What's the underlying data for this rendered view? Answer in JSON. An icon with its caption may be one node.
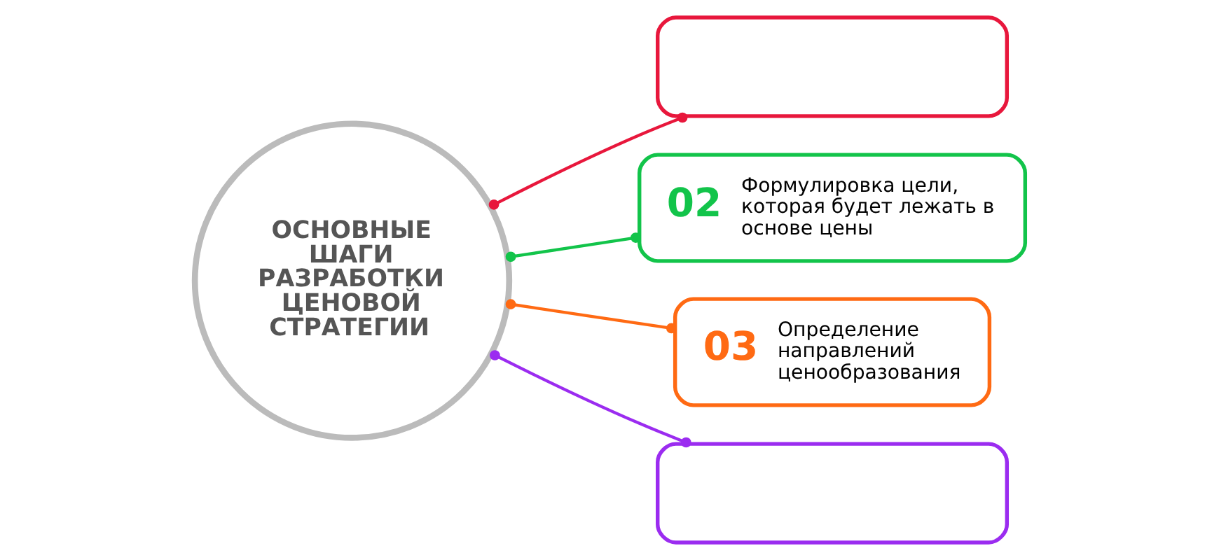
{
  "diagram": {
    "nodes": [
      {
        "text": [
          "ОСНОВНЫЕ ШАГИ РАЗРАБОТКИ ЦЕНОВОЙ СТРАТЕГИИ"
        ]
      },
      {
        "text": [],
        "shape": "box"
      },
      {
        "text": [
          "02",
          "Формулировка цели, которая будет лежать в основе цены"
        ]
      },
      {
        "text": [
          "03",
          "Определение направлений ценообразования"
        ]
      },
      {
        "text": [],
        "shape": "box"
      }
    ],
    "edges": [
      {
        "from": 0,
        "to": 1,
        "arrow": "other",
        "color": "#e8173c"
      },
      {
        "from": 0,
        "to": 2,
        "arrow": "other",
        "color": "#12c44a"
      },
      {
        "from": 0,
        "to": 3,
        "arrow": "other",
        "color": "#ff6a13"
      },
      {
        "from": 0,
        "to": 4,
        "arrow": "other",
        "color": "#9b2cf0"
      }
    ]
  }
}
